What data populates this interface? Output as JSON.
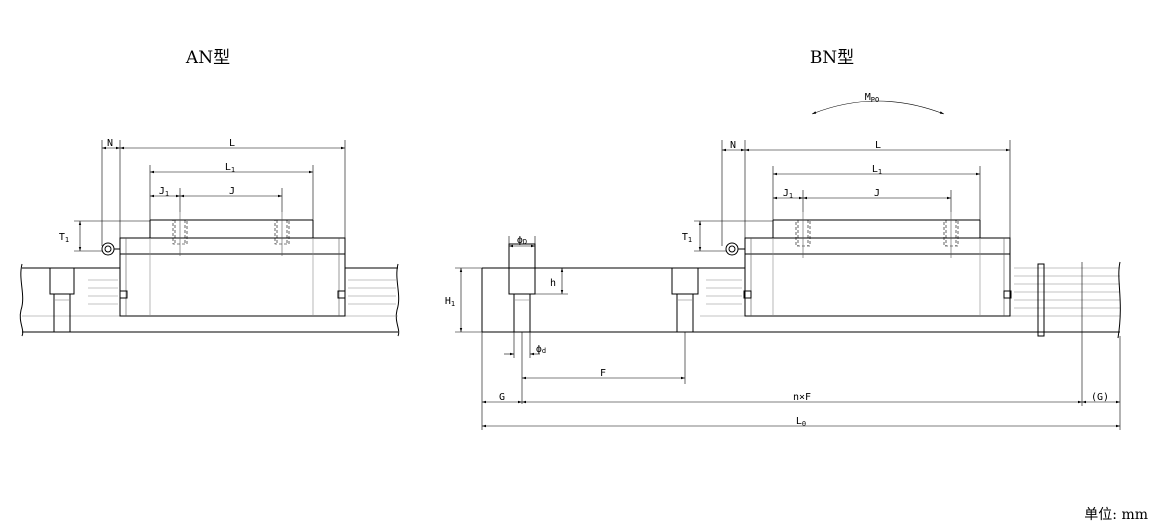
{
  "titles": {
    "an": "AN型",
    "bn": "BN型"
  },
  "unit": "单位: mm",
  "dims": {
    "an": {
      "N": "N",
      "L": "L",
      "L1": "L",
      "L1_sub": "1",
      "J1": "J",
      "J1_sub": "1",
      "J": "J",
      "T1": "T",
      "T1_sub": "1"
    },
    "bn": {
      "MP": "M",
      "MP_sub": "PO",
      "N": "N",
      "L": "L",
      "L1": "L",
      "L1_sub": "1",
      "J1": "J",
      "J1_sub": "1",
      "J": "J",
      "T1": "T",
      "T1_sub": "1"
    },
    "rail": {
      "phiD": "D",
      "phi": "ϕ",
      "h": "h",
      "H1": "H",
      "H1_sub": "1",
      "phid": "d",
      "F": "F",
      "G": "G",
      "nF": "n×F",
      "G2": "(G)",
      "L0": "L",
      "L0_sub": "0"
    }
  },
  "colors": {
    "line": "#000000",
    "thin": "#555555",
    "grey": "#888888"
  }
}
